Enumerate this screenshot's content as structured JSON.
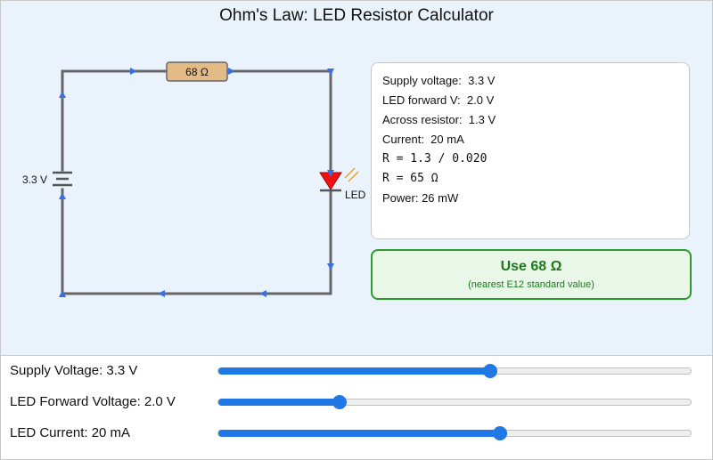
{
  "title": "Ohm's Law: LED Resistor Calculator",
  "circuit": {
    "resistor_label": "68 Ω",
    "battery_label": "3.3 V",
    "led_label": "LED",
    "colors": {
      "wire": "#666666",
      "arrow": "#3b6fe0",
      "resistor_fill": "#e4bb86",
      "led": "#ee1111",
      "light_rays": "#f0a020"
    }
  },
  "info": {
    "supply": "Supply voltage:  3.3 V",
    "led_forward": "LED forward V:  2.0 V",
    "across": "Across resistor:  1.3 V",
    "current": "Current:  20 mA",
    "formula1": "R = 1.3 / 0.020",
    "formula2": "R = 65 Ω",
    "power": "Power: 26 mW"
  },
  "result": {
    "main": "Use 68 Ω",
    "note": "(nearest E12 standard value)",
    "color": "#2e9a2e"
  },
  "sliders": [
    {
      "label": "Supply Voltage: 3.3 V",
      "fraction": 0.575
    },
    {
      "label": "LED Forward Voltage: 2.0 V",
      "fraction": 0.257
    },
    {
      "label": "LED Current: 20 mA",
      "fraction": 0.597
    }
  ],
  "accent_color": "#1f78e6"
}
